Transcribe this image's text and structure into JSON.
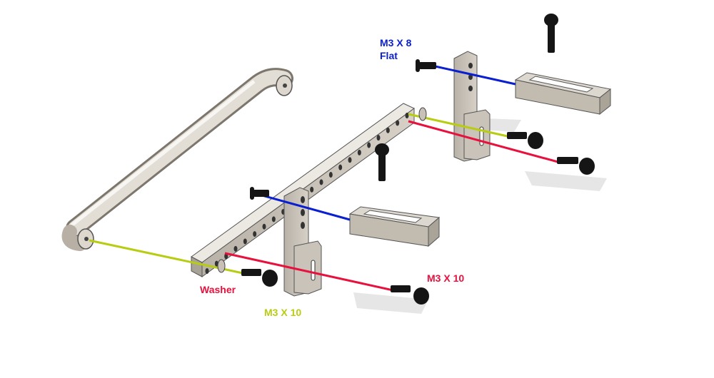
{
  "colors": {
    "blue": "#0a1fd0",
    "red": "#e8103c",
    "yellow": "#b8cc12",
    "part": "#c8c2b8",
    "screw": "#151515"
  },
  "labels": {
    "flat_screw_size": "M3 X 8",
    "flat_screw_type": "Flat",
    "red_screw": "M3 X 10",
    "washer": "Washer",
    "yellow_screw": "M3 X 10"
  }
}
